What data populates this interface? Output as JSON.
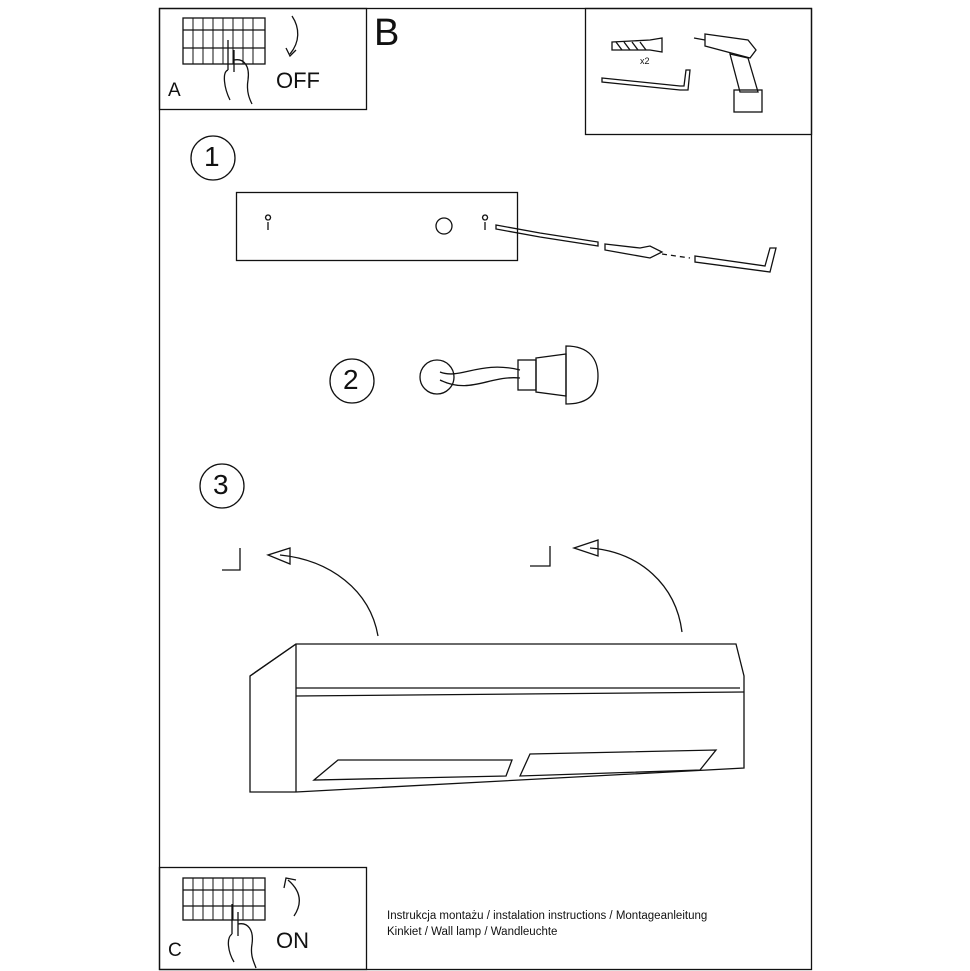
{
  "panels": {
    "a": {
      "label": "A",
      "action": "OFF"
    },
    "b": {
      "label": "B",
      "quantity": "x2"
    },
    "c": {
      "label": "C",
      "action": "ON"
    }
  },
  "steps": [
    "1",
    "2",
    "3"
  ],
  "footer": {
    "line1": "Instrukcja montażu / instalation instructions / Montageanleitung",
    "line2": "Kinkiet / Wall lamp / Wandleuchte"
  }
}
